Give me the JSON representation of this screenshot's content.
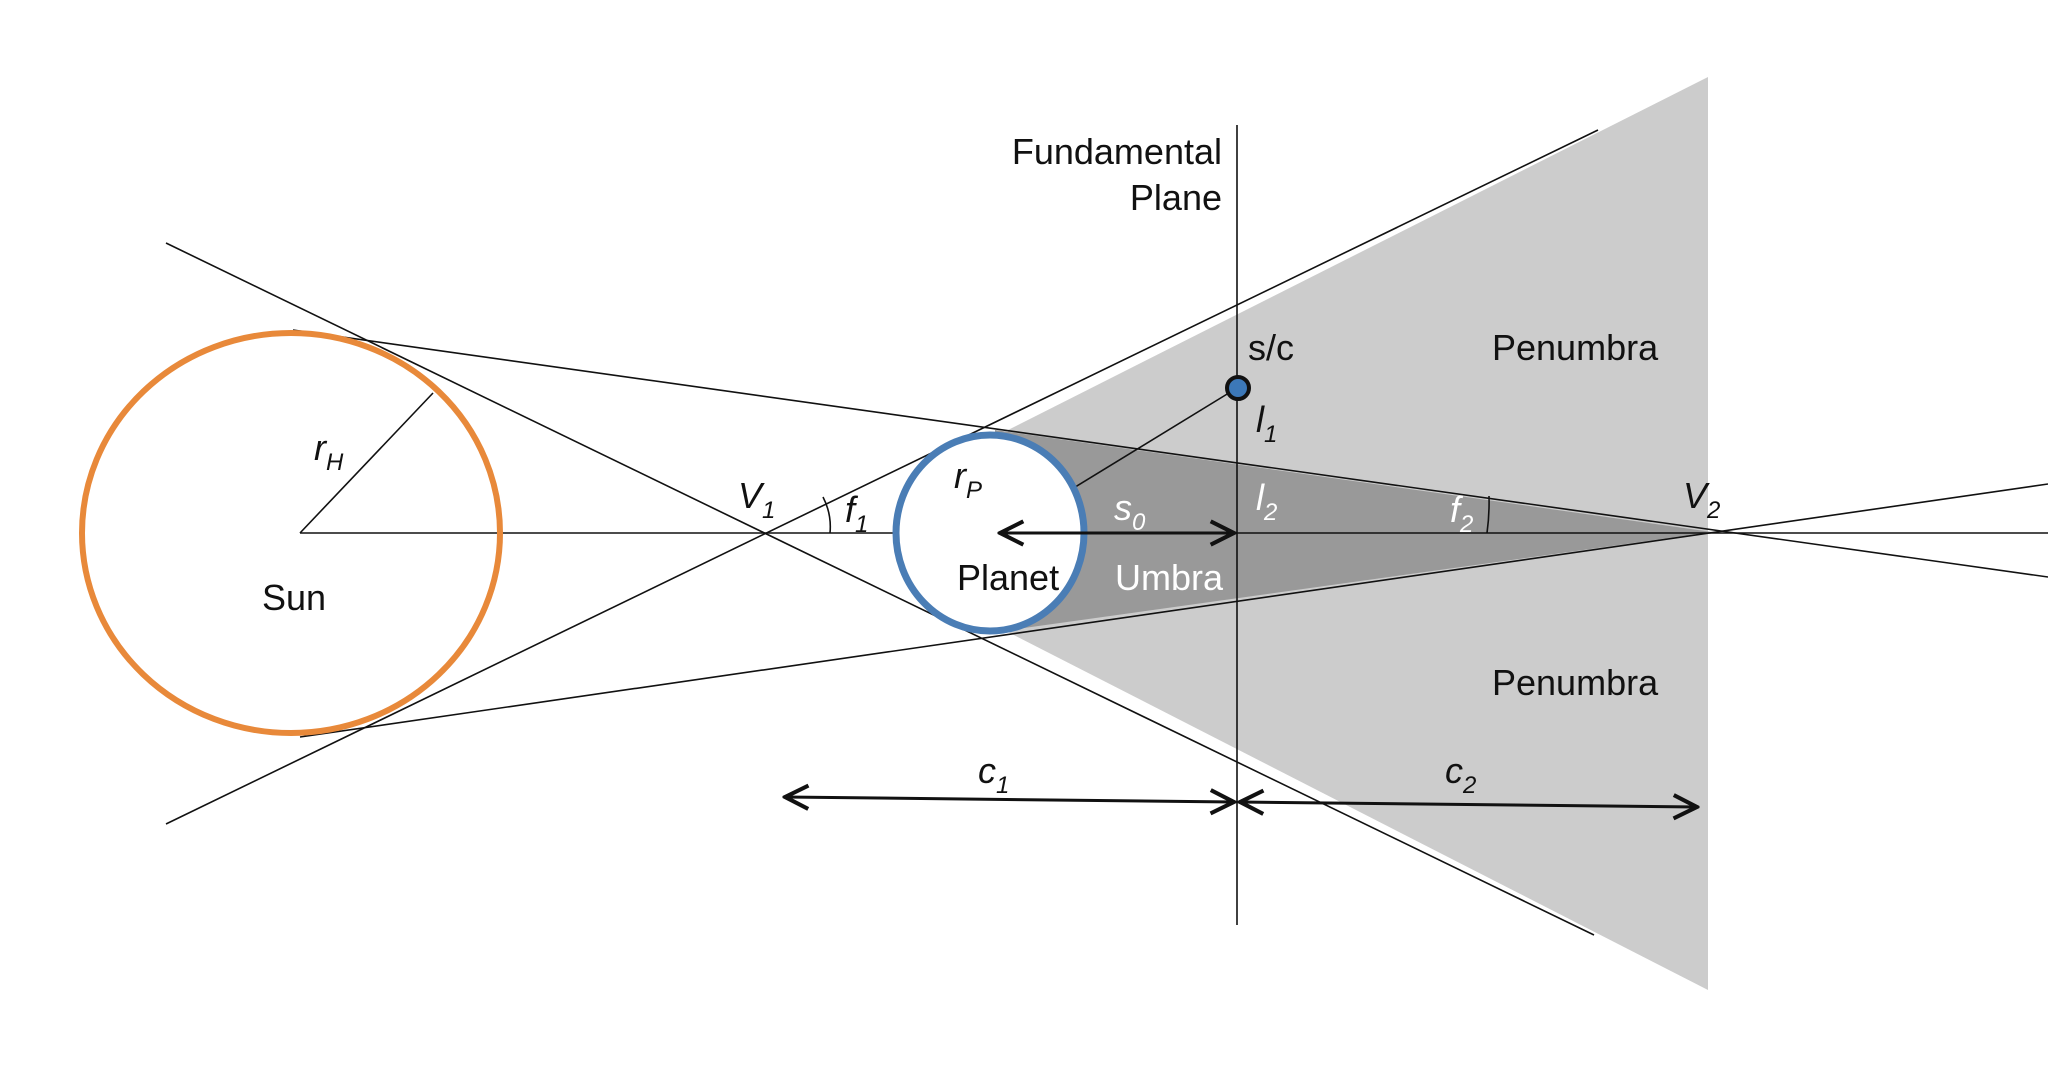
{
  "labels": {
    "fundamental_line1": "Fundamental",
    "fundamental_line2": "Plane",
    "sc": "s/c",
    "penumbra_top": "Penumbra",
    "penumbra_bottom": "Penumbra",
    "umbra": "Umbra",
    "planet": "Planet",
    "sun": "Sun",
    "r_h": "r",
    "r_h_sub": "H",
    "r_p": "r",
    "r_p_sub": "P",
    "v1": "V",
    "v1_sub": "1",
    "v2": "V",
    "v2_sub": "2",
    "f1": "f",
    "f1_sub": "1",
    "f2": "f",
    "f2_sub": "2",
    "s0": "s",
    "s0_sub": "0",
    "l1": "l",
    "l1_sub": "1",
    "l2": "l",
    "l2_sub": "2",
    "c1": "c",
    "c1_sub": "1",
    "c2": "c",
    "c2_sub": "2"
  },
  "colors": {
    "sun": "#E8893A",
    "planet": "#4A7DB5",
    "penumbra": "#CCCCCC",
    "umbra": "#999999",
    "spacecraft_fill": "#3C78B8"
  }
}
